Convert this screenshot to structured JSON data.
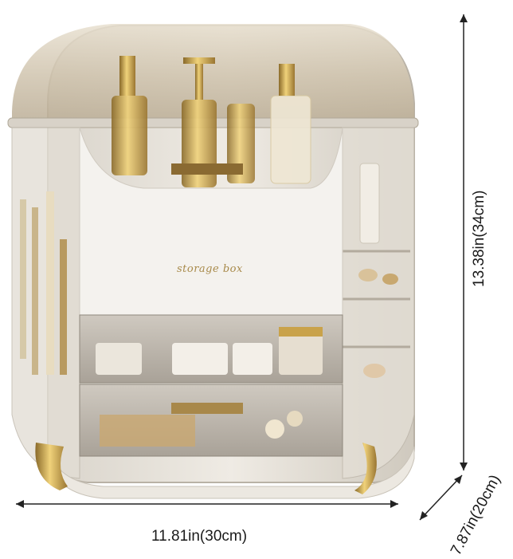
{
  "product": {
    "brand_text": "storage box"
  },
  "dimensions": {
    "width": "11.81in(30cm)",
    "height": "13.38in(34cm)",
    "depth": "7.87in(20cm)"
  },
  "colors": {
    "lid_tint": "#cfc3ad",
    "body_white": "#f4f2ee",
    "gold_accent": "#c9a24a",
    "drawer_smoke": "#b9b3a9",
    "dimension_line": "#222222"
  }
}
